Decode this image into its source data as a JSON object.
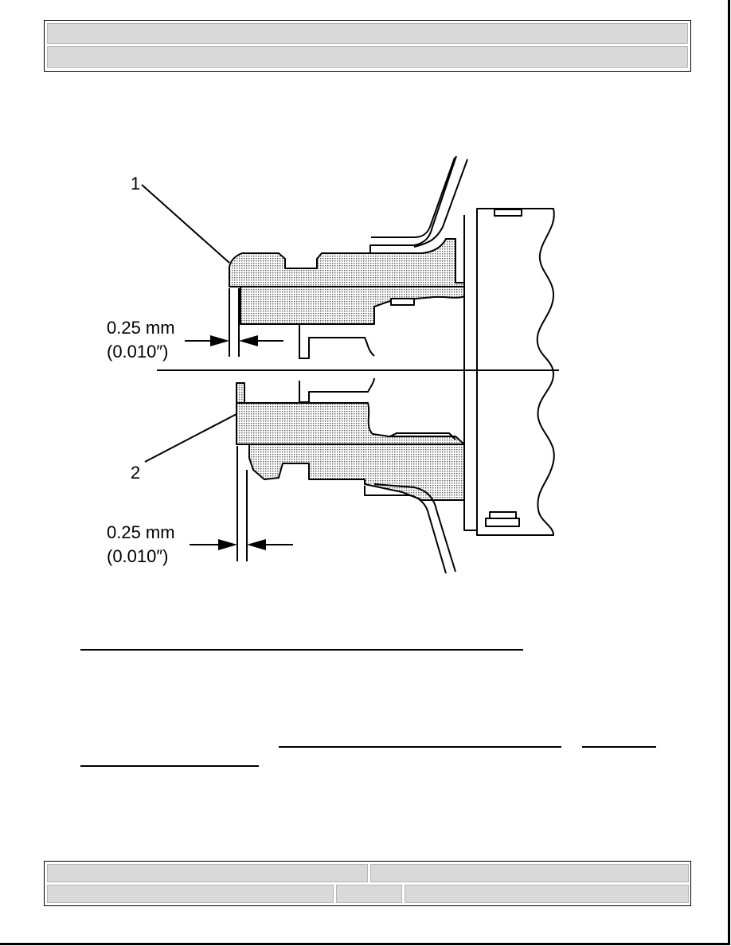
{
  "figure": {
    "callouts": [
      "1",
      "2"
    ],
    "clearance_top": {
      "metric": "0.25 mm",
      "imperial": "(0.010″)"
    },
    "clearance_bottom": {
      "metric": "0.25 mm",
      "imperial": "(0.010″)"
    }
  },
  "colors": {
    "ink": "#000000",
    "stipple": "#bdbdbd",
    "header_bar": "#d9d9d9"
  }
}
